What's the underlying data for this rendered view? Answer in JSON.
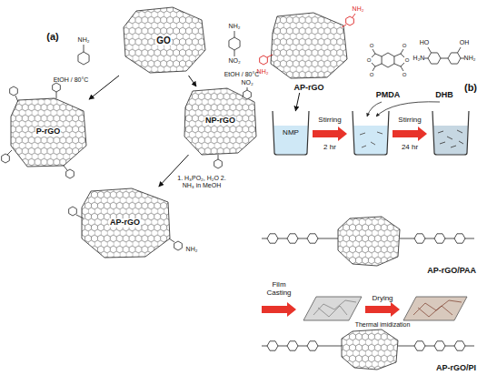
{
  "diagram": {
    "nodes": [
      {
        "text": [
          "GO"
        ]
      },
      {
        "text": [
          "P-rGO"
        ]
      },
      {
        "text": [
          "NP-rGO"
        ]
      },
      {
        "text": [
          "AP-rGO"
        ]
      },
      {
        "text": [
          "AP-rGO"
        ]
      },
      {
        "text": [
          "PMDA"
        ]
      },
      {
        "text": [
          "DHB"
        ]
      },
      {
        "text": [
          "NMP"
        ]
      },
      {
        "text": [
          "AP-rGO/PAA"
        ]
      },
      {
        "text": [
          "AP-rGO/PI"
        ]
      }
    ],
    "edges": [
      {
        "from": 0,
        "to": 1,
        "label": "EtOH / 80°C",
        "arrow": "to"
      },
      {
        "from": 0,
        "to": 2,
        "label": "EtOH / 80°C",
        "arrow": "to"
      },
      {
        "from": 2,
        "to": 3,
        "label": "1. H₃PO₂, H₂O 2. NH₃ in MeOH",
        "arrow": "to"
      },
      {
        "from": 4,
        "to": 7,
        "arrow": "to"
      }
    ],
    "labels": [
      "(a)",
      "(b)",
      "NH₂",
      "NH₂",
      "NO₂",
      "NO₂",
      "NH₂",
      "NH₂",
      "NH₂",
      "HO",
      "OH",
      "H₂N",
      "NH₂",
      "O",
      "O",
      "O",
      "O",
      "O",
      "O",
      "Stirring",
      "2 hr",
      "Stirring",
      "24 hr",
      "Film Casting",
      "Drying",
      "Thermal imidization"
    ]
  }
}
